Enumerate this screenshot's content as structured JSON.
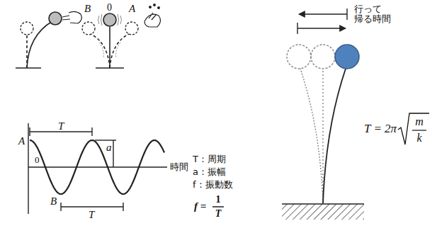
{
  "diagram": {
    "labels": [
      "B",
      "0",
      "A",
      "行って 帰る時間",
      "A",
      "T",
      "0",
      "B",
      "T",
      "a",
      "時間",
      "T：周期",
      "a：振幅",
      "f：振動数",
      "f =",
      "1",
      "T",
      "T = 2π",
      "m",
      "k"
    ]
  }
}
